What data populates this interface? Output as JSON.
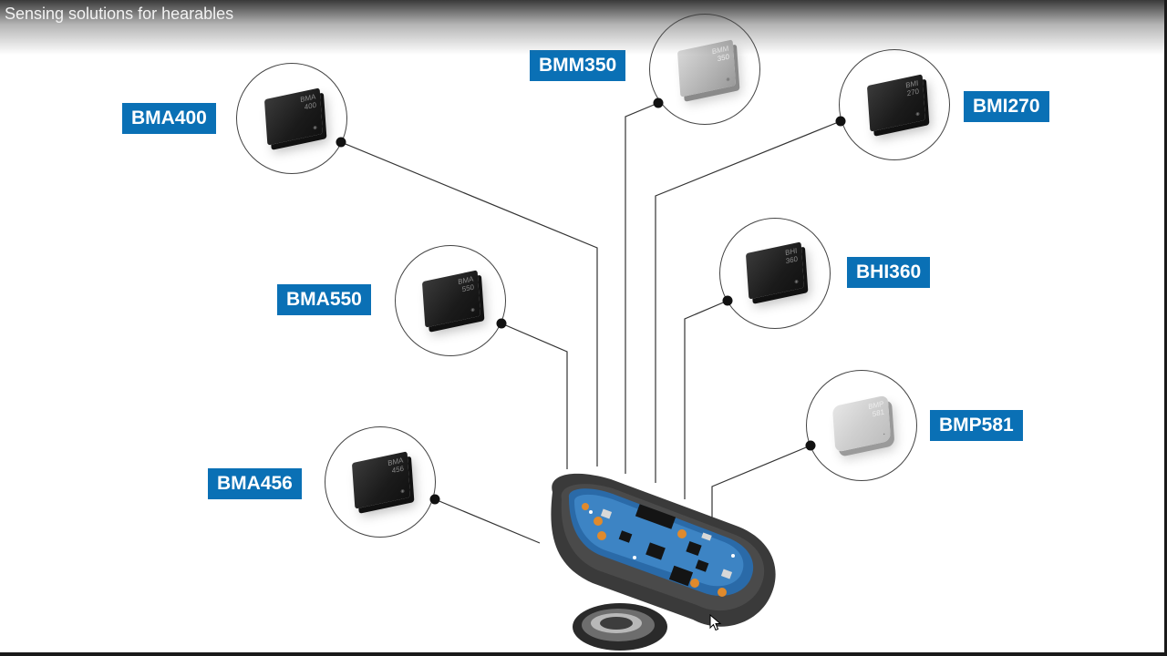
{
  "video": {
    "title": "Sensing solutions for hearables"
  },
  "sensors": [
    {
      "id": "bma400",
      "label": "BMA400",
      "chip_marking": "BMA\n400",
      "finish": "black"
    },
    {
      "id": "bmm350",
      "label": "BMM350",
      "chip_marking": "BMM\n350",
      "finish": "silver"
    },
    {
      "id": "bmi270",
      "label": "BMI270",
      "chip_marking": "BMI\n270",
      "finish": "black"
    },
    {
      "id": "bma550",
      "label": "BMA550",
      "chip_marking": "BMA\n550",
      "finish": "black"
    },
    {
      "id": "bhi360",
      "label": "BHI360",
      "chip_marking": "BHI\n360",
      "finish": "black"
    },
    {
      "id": "bmp581",
      "label": "BMP581",
      "chip_marking": "BMP\n581",
      "finish": "metal"
    },
    {
      "id": "bma456",
      "label": "BMA456",
      "chip_marking": "BMA\n456",
      "finish": "black"
    }
  ],
  "colors": {
    "label_background": "#0a70b5",
    "label_text": "#ffffff",
    "connector_line": "#333333"
  },
  "icons": {
    "cursor": "mouse-pointer-icon"
  }
}
